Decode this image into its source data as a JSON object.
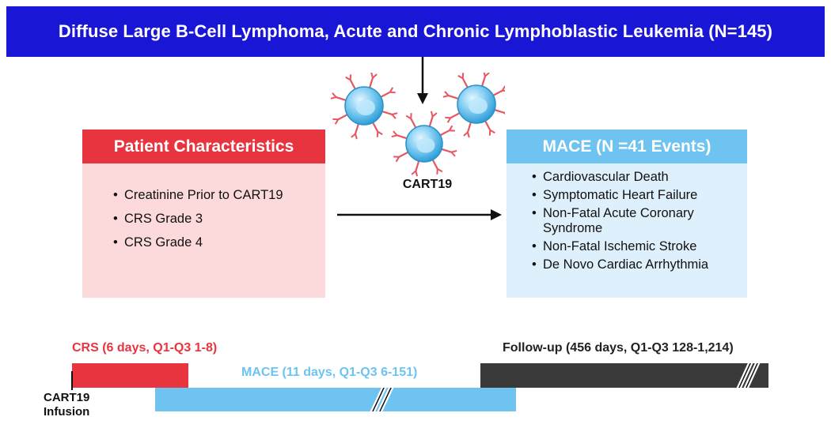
{
  "banner": {
    "title": "Diffuse Large B-Cell Lymphoma, Acute and Chronic Lymphoblastic Leukemia (N=145)"
  },
  "center": {
    "label": "CART19",
    "icon": "t-cell-icon"
  },
  "patient_box": {
    "heading": "Patient Characteristics",
    "items": [
      "Creatinine Prior to CART19",
      "CRS Grade 3",
      "CRS Grade 4"
    ]
  },
  "mace_box": {
    "heading": "MACE (N =41 Events)",
    "items": [
      "Cardiovascular Death",
      "Symptomatic Heart Failure",
      "Non-Fatal Acute Coronary Syndrome",
      "Non-Fatal Ischemic Stroke",
      "De Novo Cardiac Arrhythmia"
    ]
  },
  "timeline": {
    "crs": "CRS (6 days, Q1-Q3 1-8)",
    "mace": "MACE (11 days, Q1-Q3 6-151)",
    "followup": "Follow-up (456 days, Q1-Q3 128-1,214)",
    "infusion_line1": "CART19",
    "infusion_line2": "Infusion"
  },
  "colors": {
    "banner": "#1a16d6",
    "red": "#e8343e",
    "pink": "#fcd9da",
    "light_blue": "#6ec3f0",
    "pale_blue": "#def0fb",
    "dark": "#3a3a3a"
  }
}
